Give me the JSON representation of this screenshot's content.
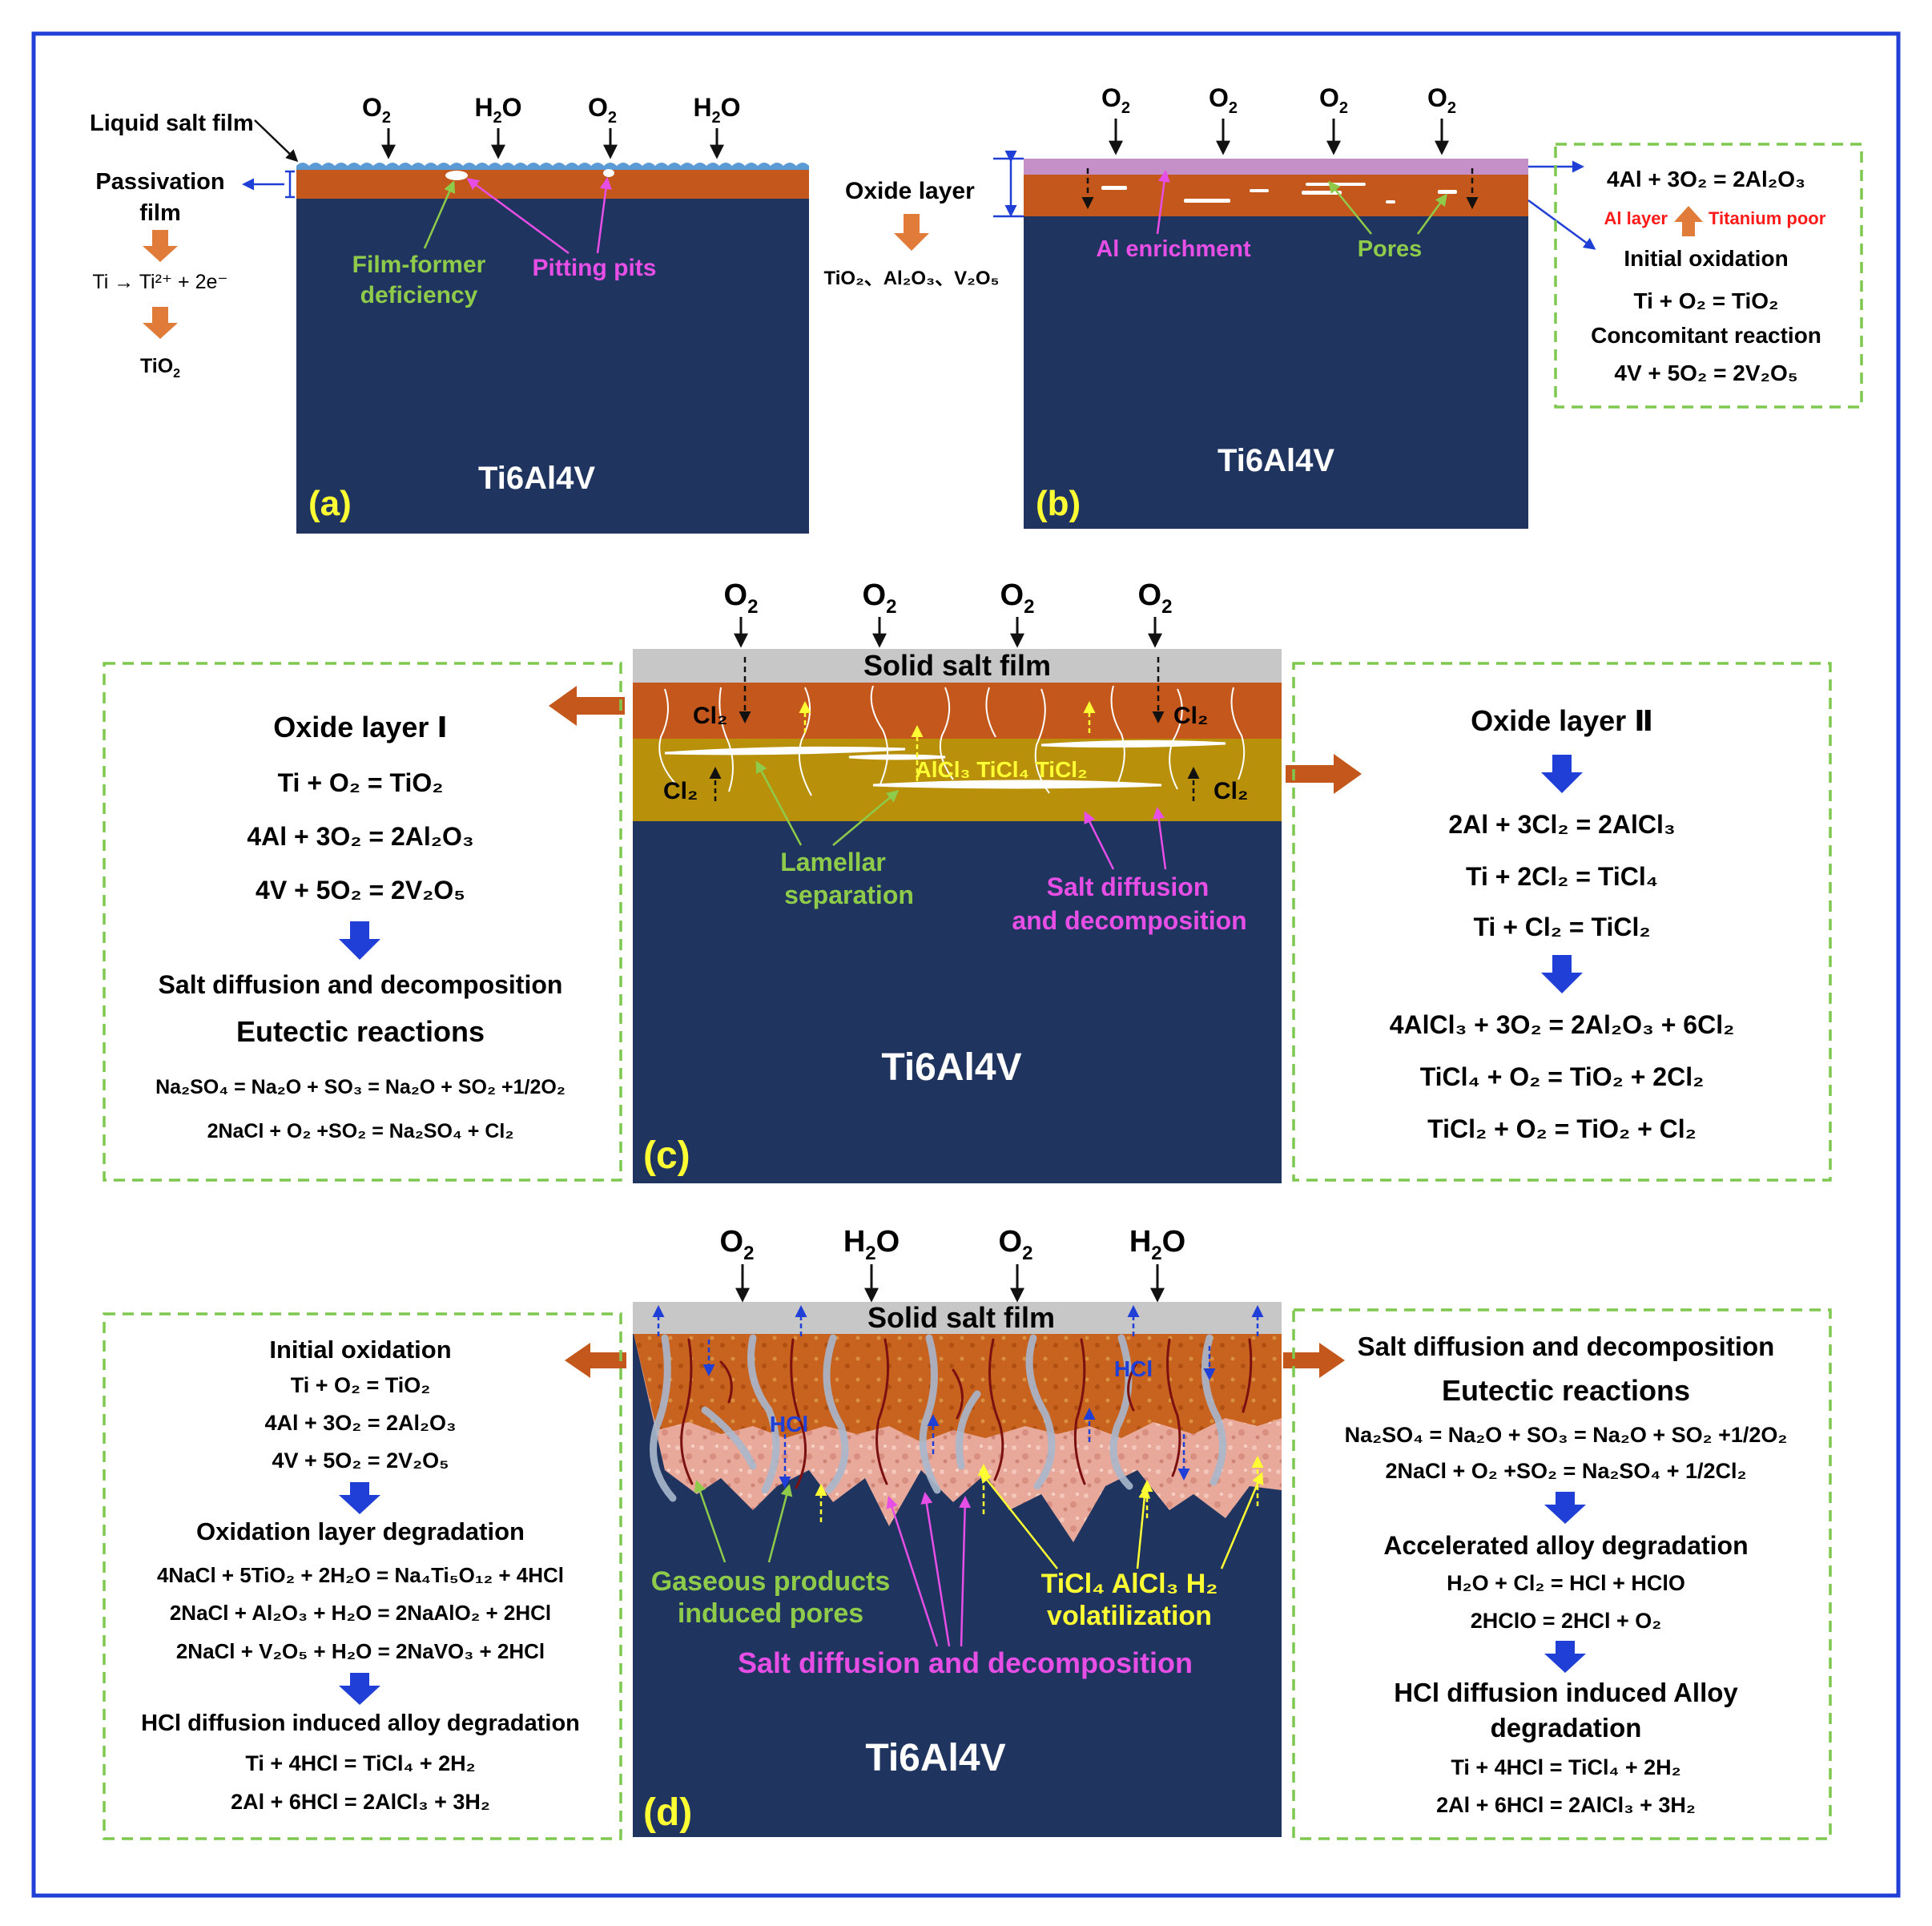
{
  "colors": {
    "frame": "#1f3fd6",
    "alloy": "#1f3560",
    "oxide": "#c4571b",
    "inner_oxide": "#b8900a",
    "salt_solid": "#c7c7c7",
    "salt_liquid": "#5b9bd5",
    "oxide_top_b": "#c58fc8",
    "label_yellow": "#ffff33",
    "label_green": "#8fcb4a",
    "label_magenta": "#e64ee6",
    "label_red": "#ff1a1a",
    "dash_green": "#7ec850",
    "arrow_orange": "#d9661f",
    "arrow_blue": "#1f3fd6"
  },
  "panel_a": {
    "letter": "(a)",
    "alloy_label": "Ti6Al4V",
    "liquid_salt_film": "Liquid salt film",
    "passivation_film_1": "Passivation",
    "passivation_film_2": "film",
    "film_former_1": "Film-former",
    "film_former_2": "deficiency",
    "pitting_pits": "Pitting pits",
    "gases": [
      "O",
      "H",
      "O",
      "H"
    ],
    "eq_ionize": "Ti → Ti²⁺ + 2e⁻",
    "product": "TiO"
  },
  "panel_b": {
    "letter": "(b)",
    "alloy_label": "Ti6Al4V",
    "oxide_layer": "Oxide layer",
    "products": "TiO₂、Al₂O₃、V₂O₅",
    "al_enrichment": "Al enrichment",
    "pores": "Pores",
    "box": {
      "eq1": "4Al + 3O₂ = 2Al₂O₃",
      "al_layer": "Al layer",
      "titanium_poor": "Titanium poor",
      "initial_oxidation": "Initial oxidation",
      "eq2": "Ti + O₂ = TiO₂",
      "concomitant": "Concomitant reaction",
      "eq3": "4V + 5O₂ = 2V₂O₅"
    }
  },
  "panel_c": {
    "letter": "(c)",
    "alloy_label": "Ti6Al4V",
    "solid_salt_film": "Solid salt film",
    "cl2": "Cl₂",
    "chlorides": "AlCl₃ TiCl₄ TiCl₂",
    "lamellar_1": "Lamellar",
    "lamellar_2": "separation",
    "salt_diff_1": "Salt diffusion",
    "salt_diff_2": "and decomposition",
    "left_box": {
      "title": "Oxide layer Ⅰ",
      "eq1": "Ti + O₂ = TiO₂",
      "eq2": "4Al + 3O₂ = 2Al₂O₃",
      "eq3": "4V + 5O₂ = 2V₂O₅",
      "salt_diffusion": "Salt diffusion and decomposition",
      "eutectic": "Eutectic reactions",
      "eq4": "Na₂SO₄ = Na₂O + SO₃ = Na₂O + SO₂ +1/2O₂",
      "eq5": "2NaCl + O₂ +SO₂ = Na₂SO₄ + Cl₂"
    },
    "right_box": {
      "title": "Oxide layer Ⅱ",
      "eq1": "2Al + 3Cl₂ = 2AlCl₃",
      "eq2": "Ti + 2Cl₂ = TiCl₄",
      "eq3": "Ti + Cl₂ = TiCl₂",
      "eq4": "4AlCl₃ + 3O₂ = 2Al₂O₃ + 6Cl₂",
      "eq5": "TiCl₄ + O₂ = TiO₂ + 2Cl₂",
      "eq6": "TiCl₂ + O₂ = TiO₂ + Cl₂"
    }
  },
  "panel_d": {
    "letter": "(d)",
    "alloy_label": "Ti6Al4V",
    "solid_salt_film": "Solid salt film",
    "hcl": "HCl",
    "gaseous_1": "Gaseous products",
    "gaseous_2": "induced pores",
    "volatile_1": "TiCl₄  AlCl₃  H₂",
    "volatile_2": "volatilization",
    "salt_diffusion": "Salt diffusion and decomposition",
    "left_box": {
      "initial_oxidation": "Initial oxidation",
      "eq1": "Ti + O₂ = TiO₂",
      "eq2": "4Al + 3O₂ = 2Al₂O₃",
      "eq3": "4V + 5O₂ = 2V₂O₅",
      "degradation": "Oxidation layer degradation",
      "eq4": "4NaCl + 5TiO₂ + 2H₂O = Na₄Ti₅O₁₂ + 4HCl",
      "eq5": "2NaCl + Al₂O₃ + H₂O = 2NaAlO₂ + 2HCl",
      "eq6": "2NaCl + V₂O₅ + H₂O = 2NaVO₃ + 2HCl",
      "hcl_title": "HCl diffusion induced alloy degradation",
      "eq7": "Ti + 4HCl = TiCl₄ + 2H₂",
      "eq8": "2Al + 6HCl = 2AlCl₃ + 3H₂"
    },
    "right_box": {
      "salt_diffusion": "Salt diffusion and decomposition",
      "eutectic": "Eutectic reactions",
      "eq1": "Na₂SO₄ = Na₂O + SO₃ = Na₂O + SO₂ +1/2O₂",
      "eq2": "2NaCl + O₂ +SO₂ = Na₂SO₄ + 1/2Cl₂",
      "accelerated": "Accelerated alloy degradation",
      "eq3": "H₂O + Cl₂ = HCl + HClO",
      "eq4": "2HClO = 2HCl + O₂",
      "hcl_title_1": "HCl diffusion induced Alloy",
      "hcl_title_2": "degradation",
      "eq5": "Ti + 4HCl = TiCl₄ + 2H₂",
      "eq6": "2Al + 6HCl = 2AlCl₃ + 3H₂"
    }
  }
}
